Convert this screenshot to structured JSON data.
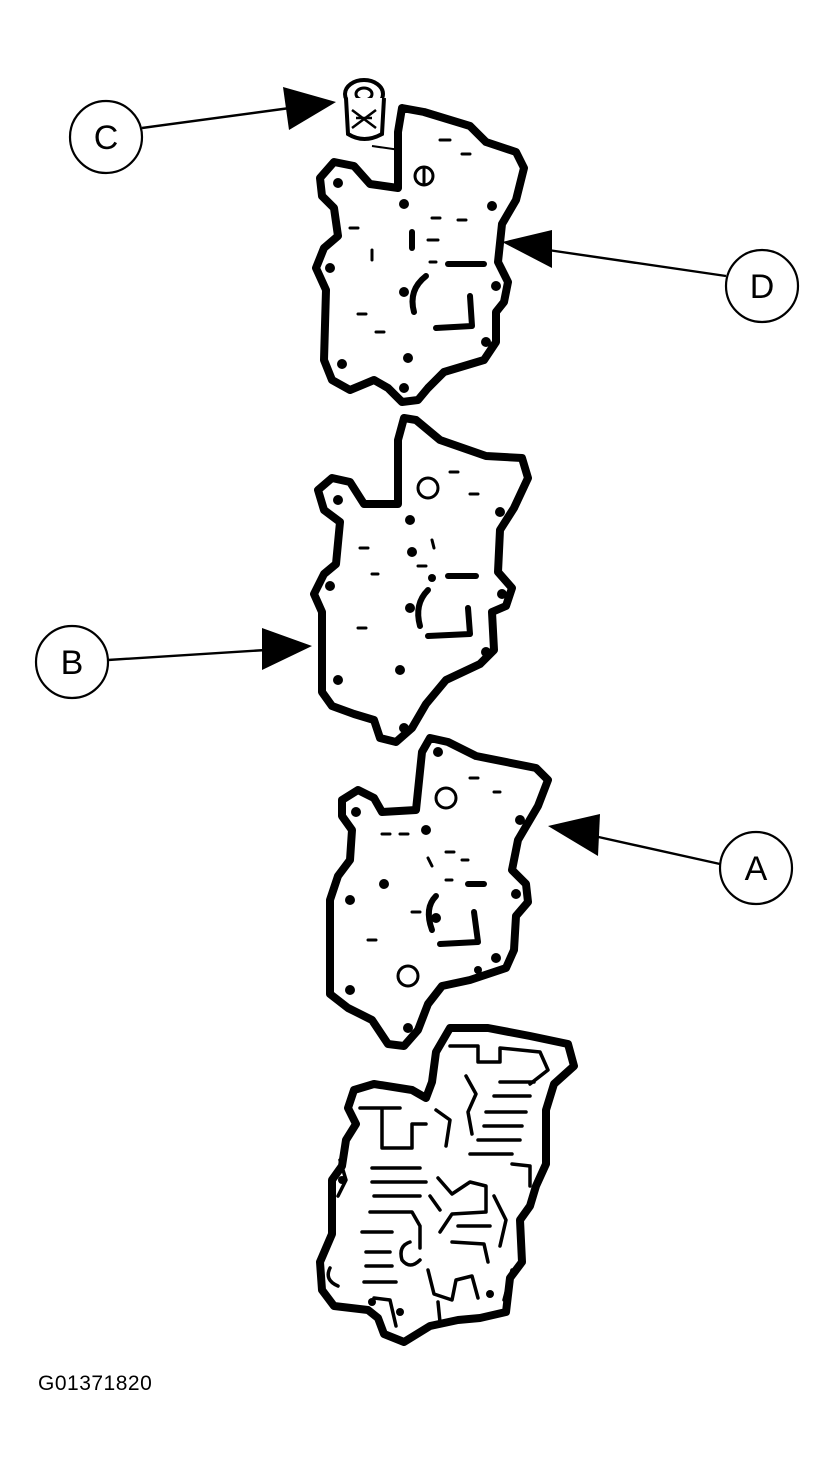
{
  "callouts": {
    "a": "A",
    "b": "B",
    "c": "C",
    "d": "D"
  },
  "figure_code": "G01371820",
  "colors": {
    "ink": "#000000",
    "background": "#ffffff"
  }
}
